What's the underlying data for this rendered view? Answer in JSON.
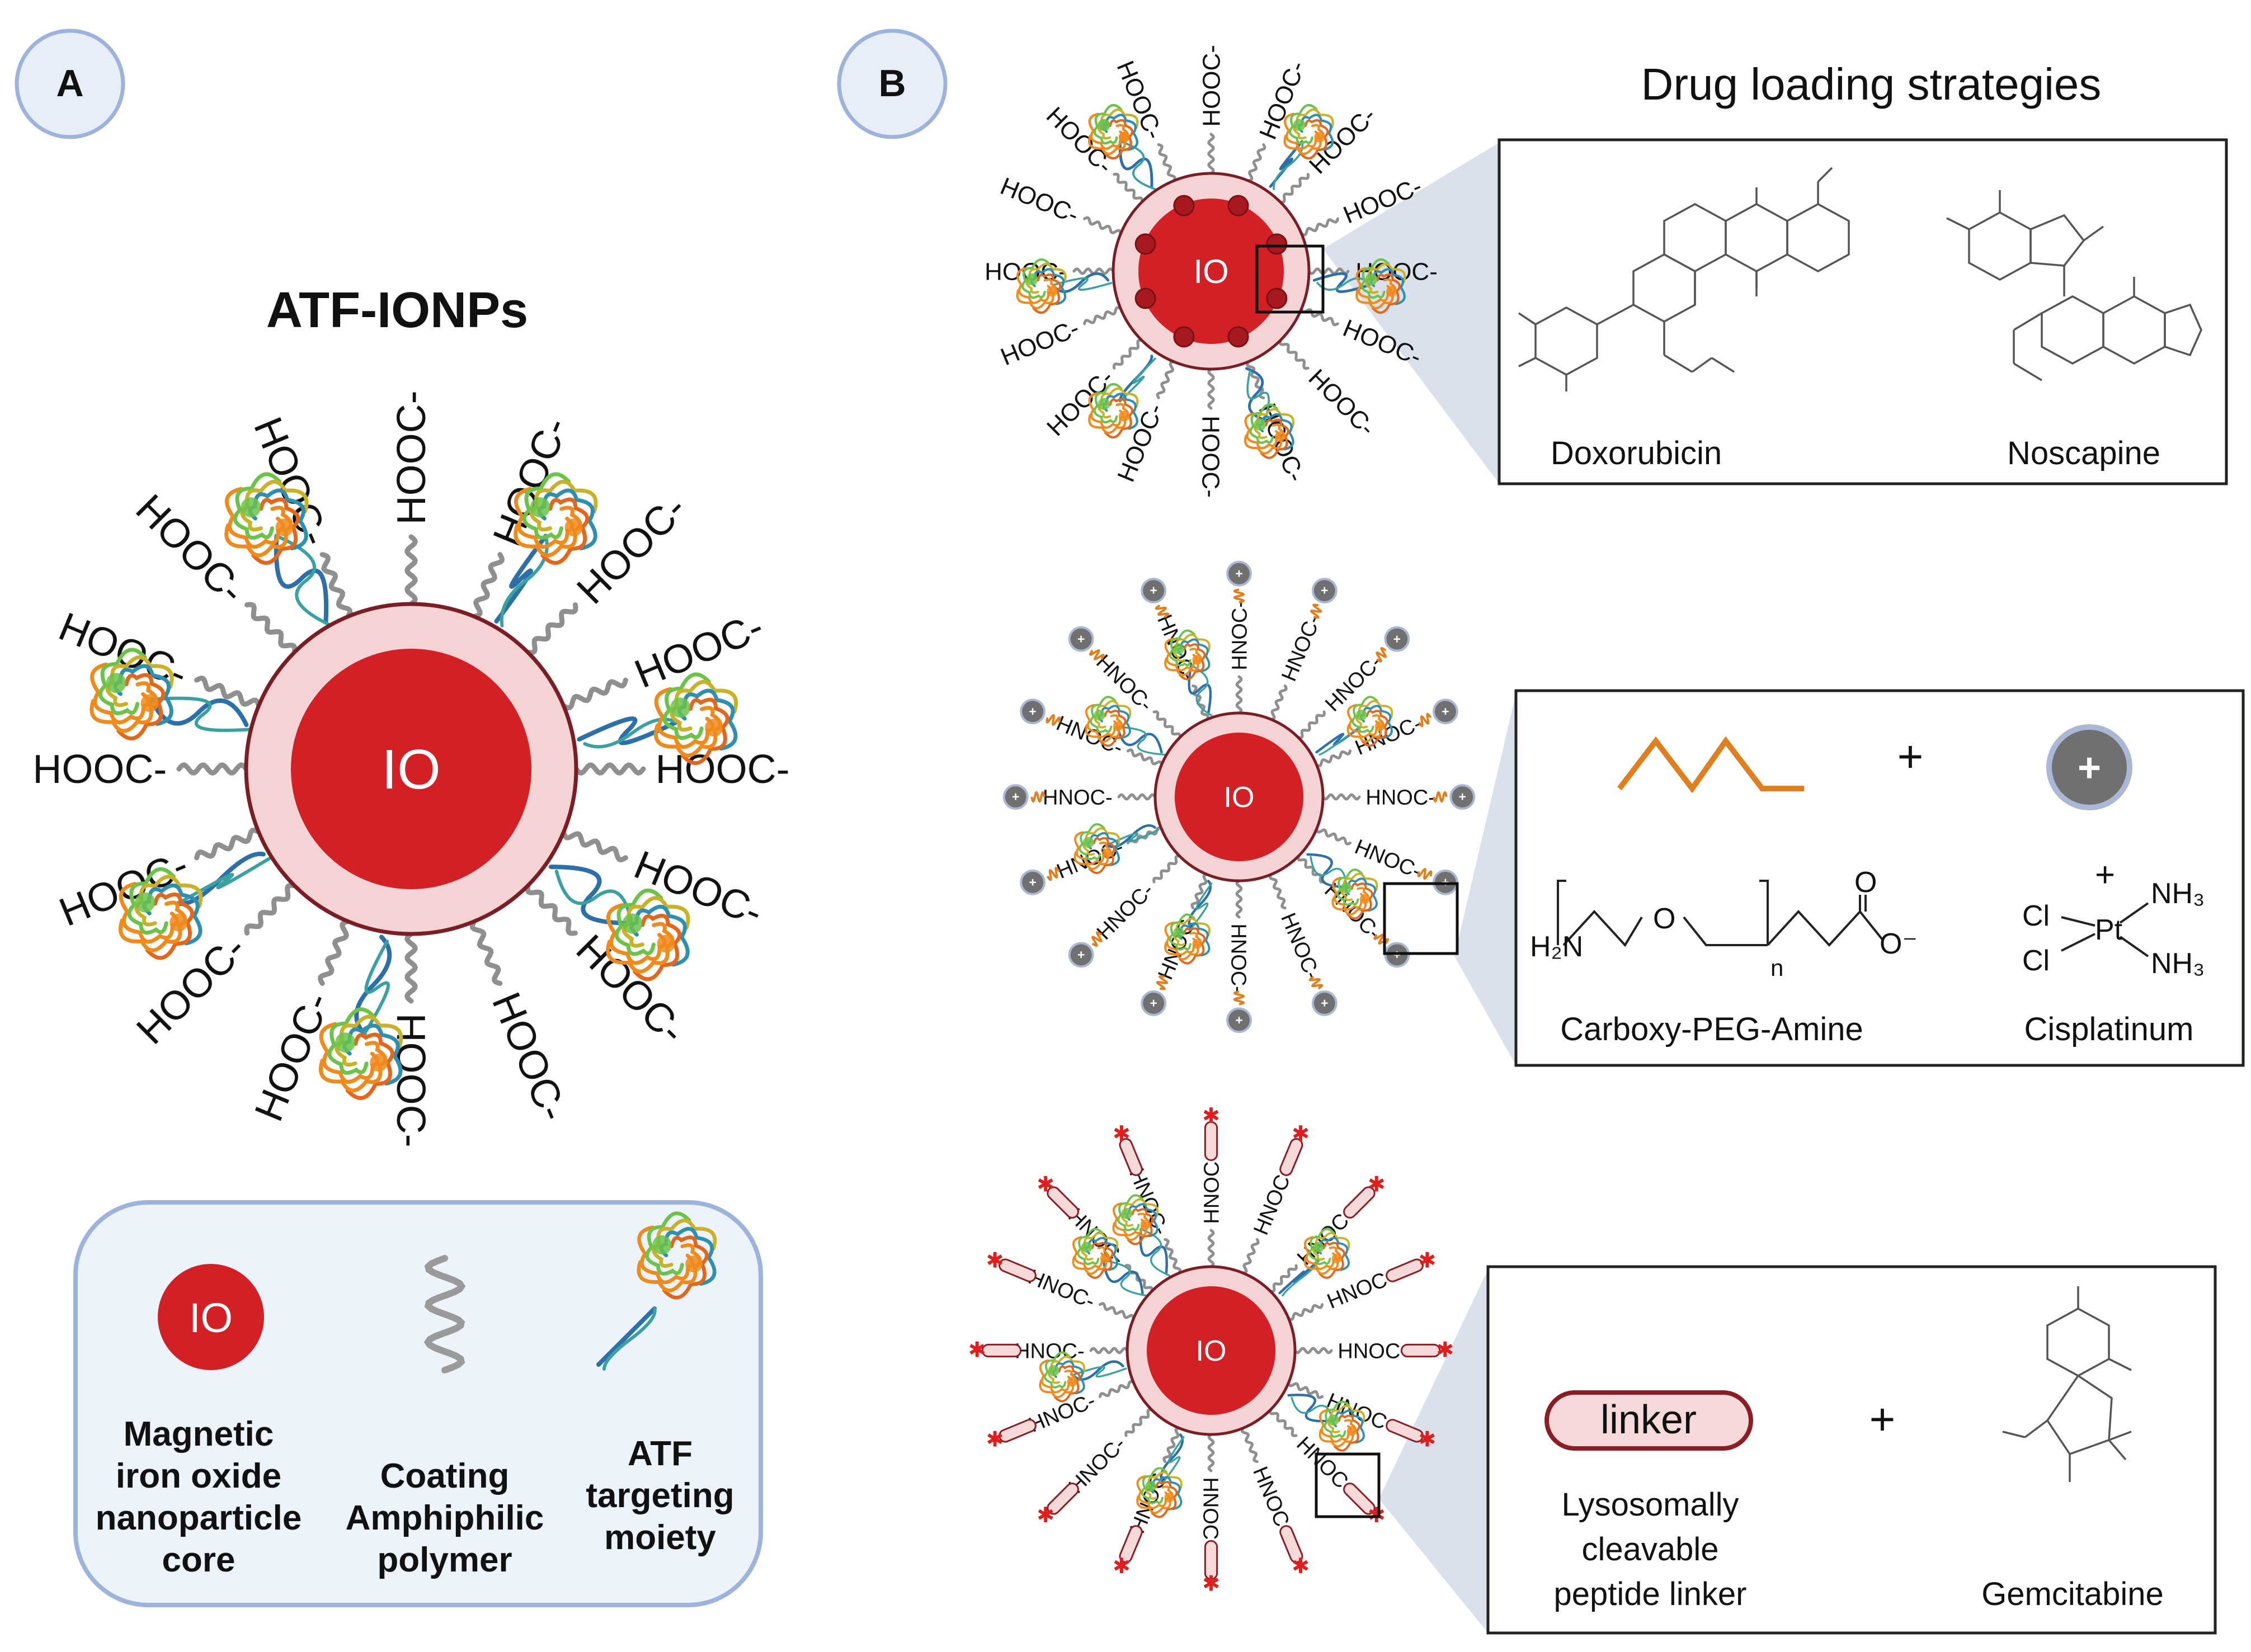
{
  "panel_a": {
    "letter": "A",
    "title": "ATF-IONPs",
    "core_label": "IO",
    "ligand_label": "HOOC-",
    "legend": {
      "core_symbol": "IO",
      "core_caption": [
        "Magnetic",
        "iron oxide",
        "nanoparticle",
        "core"
      ],
      "polymer_caption": [
        "Coating",
        "Amphiphilic",
        "polymer"
      ],
      "atf_caption": [
        "ATF",
        "targeting",
        "moiety"
      ]
    }
  },
  "panel_b": {
    "letter": "B",
    "title": "Drug loading strategies",
    "strategies": [
      {
        "core_label": "IO",
        "ligand_label": "HOOC-",
        "drugs": [
          "Doxorubicin",
          "Noscapine"
        ]
      },
      {
        "core_label": "IO",
        "ligand_label": "HNOC-",
        "plus": "+",
        "linker_name": "Carboxy-PEG-Amine",
        "drug_name": "Cisplatinum",
        "peg_labels": {
          "amine": "H₂N",
          "n": "n",
          "o": "O",
          "carboxyl_o": "O",
          "carboxylate": "O⁻"
        },
        "pt_labels": {
          "cl1": "Cl",
          "cl2": "Cl",
          "pt": "Pt",
          "nh3a": "NH₃",
          "nh3b": "NH₃",
          "charge": "+"
        }
      },
      {
        "core_label": "IO",
        "ligand_label": "HNOC-",
        "plus": "+",
        "linker_box": "linker",
        "linker_caption": [
          "Lysosomally",
          "cleavable",
          "peptide  linker"
        ],
        "drug_name": "Gemcitabine"
      }
    ]
  },
  "colors": {
    "core": "#d32027",
    "shell": "#f3d3d3",
    "shell_stroke": "#7a1d24",
    "legend_bg": "#edf3fb",
    "legend_stroke": "#9db3dc",
    "peg_orange": "#e07f1f",
    "charge_grey": "#707070",
    "callout": "#d4dcea"
  }
}
